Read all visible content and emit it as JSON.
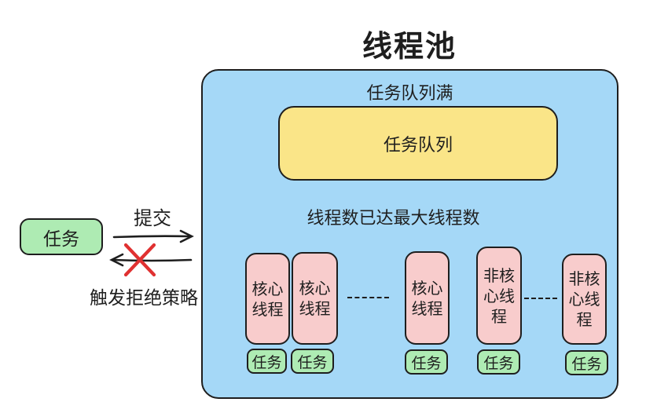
{
  "title": "线程池",
  "colors": {
    "container_fill": "#A5D8F7",
    "queue_fill": "#FAE588",
    "thread_fill": "#F8CCCC",
    "task_fill": "#AEEBB3",
    "stroke": "#1E1E1E",
    "reject_x": "#E03131"
  },
  "pool": {
    "queue_status": "任务队列满",
    "queue": {
      "label": "任务队列"
    },
    "thread_status": "线程数已达最大线程数",
    "threads": [
      {
        "type": "core",
        "label": "核心线程",
        "task": "任务"
      },
      {
        "type": "core",
        "label": "核心线程",
        "task": "任务"
      },
      {
        "type": "core",
        "label": "核心线程",
        "task": "任务"
      },
      {
        "type": "non-core",
        "label": "非核心线程",
        "task": "任务"
      },
      {
        "type": "non-core",
        "label": "非核心线程",
        "task": "任务"
      }
    ]
  },
  "submission": {
    "task_label": "任务",
    "submit_label": "提交",
    "reject_label": "触发拒绝策略"
  }
}
